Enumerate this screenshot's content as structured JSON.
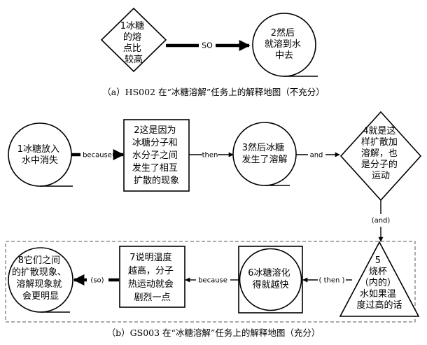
{
  "panel_a": {
    "nodes": {
      "a1": [
        "1冰糖",
        "的熔",
        "点比",
        "较高"
      ],
      "a2": [
        "2然后",
        "就溶到水",
        "中去"
      ]
    },
    "edges": {
      "a1_a2": "SO"
    },
    "caption": "（a）HS002 在“冰糖溶解”任务上的解释地图（不充分）"
  },
  "panel_b": {
    "nodes": {
      "b1": [
        "1冰糖放入",
        "水中消失"
      ],
      "b2": [
        "2这是因为",
        "冰糖分子和",
        "水分子之间",
        "发生了相互",
        "扩散的现象"
      ],
      "b3": [
        "3然后冰糖",
        "发生了溶解"
      ],
      "b4": [
        "4就是这",
        "样扩散加",
        "溶解，也",
        "是分子的",
        "运动"
      ],
      "b5": [
        "5",
        "烧杯",
        "（内的）",
        "水如果温",
        "度过高的话"
      ],
      "b6": [
        "6冰糖溶化",
        "得就越快"
      ],
      "b7": [
        "7说明温度",
        "越高，分子",
        "热运动就会",
        "剧烈一点"
      ],
      "b8": [
        "8它们之间",
        "的扩散现象、",
        "溶解现象就",
        "会更明显"
      ]
    },
    "edges": {
      "b1_b2": "because",
      "b2_b3": "then",
      "b3_b4": "and",
      "b4_b5": "(and)",
      "b5_b6": "( then )",
      "b6_b7": "because",
      "b7_b8": "(so)"
    },
    "caption": "（b）GS003 在“冰糖溶解”任务上的解释地图（充分）"
  }
}
